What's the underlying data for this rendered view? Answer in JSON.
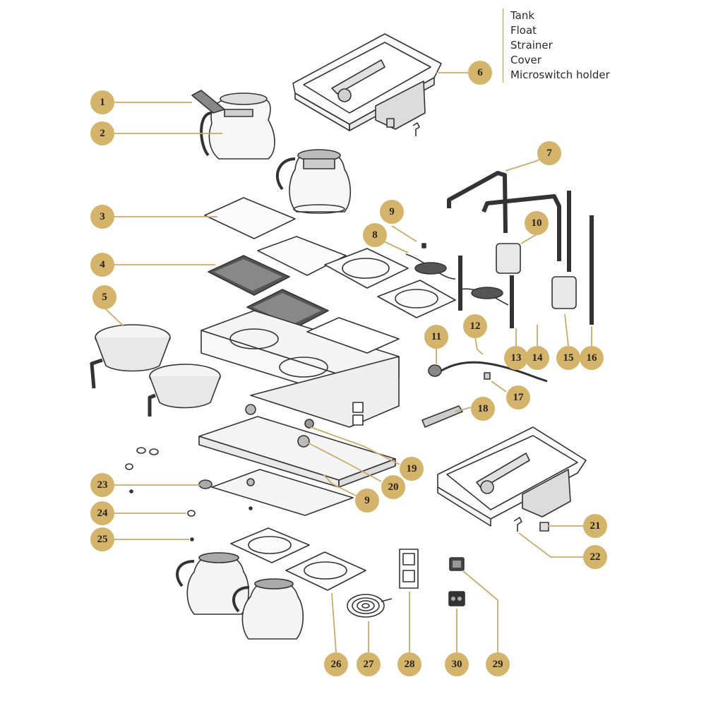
{
  "legend": [
    "Tank",
    "Float",
    "Strainer",
    "Cover",
    "Microswitch holder"
  ],
  "callouts": [
    "1",
    "2",
    "3",
    "4",
    "5",
    "6",
    "7",
    "8",
    "9",
    "10",
    "11",
    "12",
    "13",
    "14",
    "15",
    "16",
    "17",
    "18",
    "19",
    "20",
    "9",
    "21",
    "22",
    "23",
    "24",
    "25",
    "26",
    "27",
    "28",
    "30",
    "29"
  ],
  "colors": {
    "badge": "#d4b36b",
    "leader": "#c9ab6a",
    "line": "#333333"
  }
}
